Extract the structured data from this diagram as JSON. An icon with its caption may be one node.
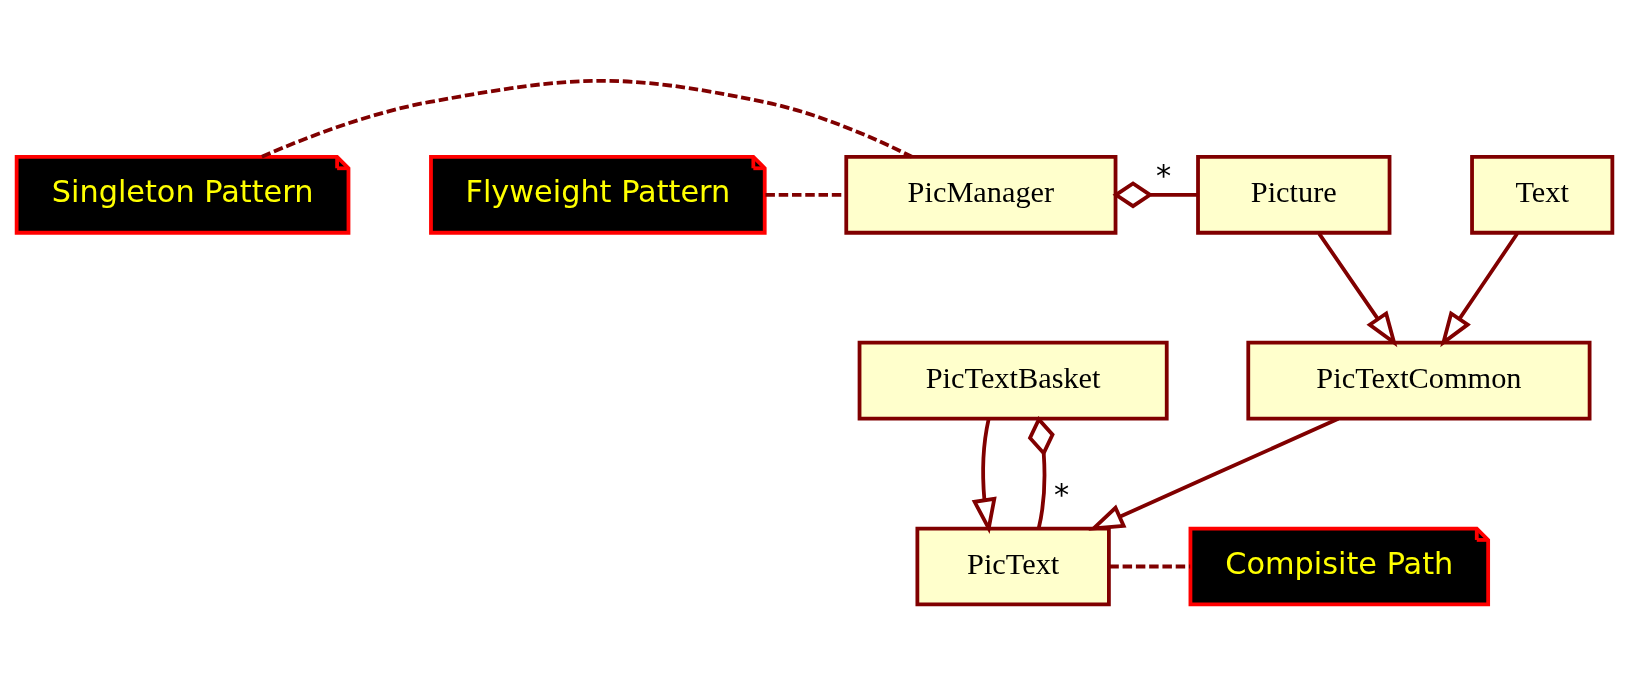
{
  "diagram": {
    "nodes": [
      {
        "text": [
          "PicText"
        ]
      },
      {
        "text": [
          "Compisite Path"
        ]
      },
      {
        "text": [
          "PicTextBasket"
        ]
      },
      {
        "text": [
          "PicTextCommon"
        ]
      },
      {
        "text": [
          "Singleton Pattern"
        ]
      },
      {
        "text": [
          "Flyweight Pattern"
        ]
      },
      {
        "text": [
          "PicManager"
        ]
      },
      {
        "text": [
          "Picture"
        ]
      },
      {
        "text": [
          "Text"
        ]
      }
    ],
    "edges": [
      {
        "from": 2,
        "to": 0,
        "arrow": "to"
      },
      {
        "from": 3,
        "to": 0,
        "arrow": "to"
      },
      {
        "from": 0,
        "to": 1,
        "arrow": "none",
        "style": "dashed"
      },
      {
        "from": 2,
        "to": 0,
        "arrow": "other",
        "label": "*"
      },
      {
        "from": 7,
        "to": 3,
        "arrow": "to"
      },
      {
        "from": 8,
        "to": 3,
        "arrow": "to"
      },
      {
        "from": 4,
        "to": 6,
        "arrow": "none",
        "style": "dashed"
      },
      {
        "from": 5,
        "to": 6,
        "arrow": "none",
        "style": "dashed"
      },
      {
        "from": 6,
        "to": 7,
        "arrow": "other",
        "label": "*"
      }
    ]
  }
}
